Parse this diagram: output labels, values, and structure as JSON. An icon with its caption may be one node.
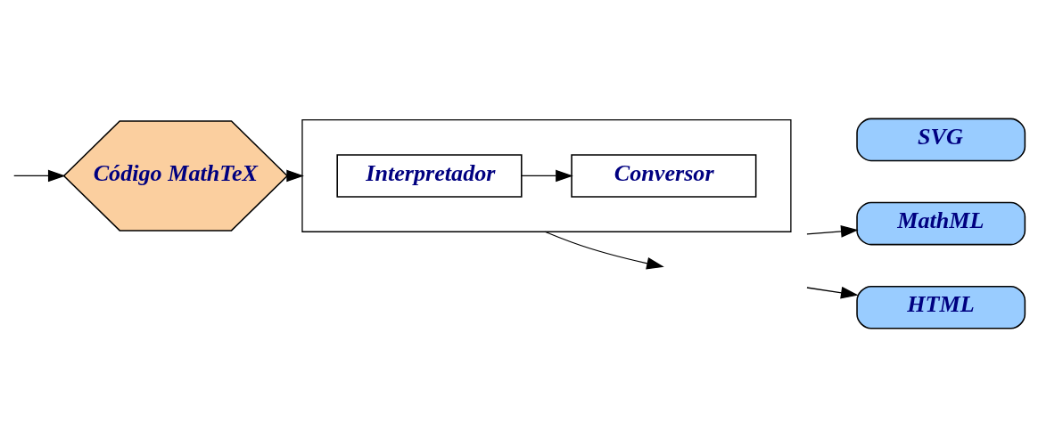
{
  "diagram": {
    "nodes": [
      {
        "text": [
          "Código MathTeX"
        ]
      },
      {
        "text": [],
        "shape": "box"
      },
      {
        "text": [
          "Interpretador"
        ],
        "in": 1
      },
      {
        "text": [
          "Conversor"
        ],
        "in": 1
      },
      {
        "text": [
          "MathML"
        ]
      },
      {
        "text": [
          "SVG"
        ]
      },
      {
        "text": [
          "HTML"
        ]
      }
    ],
    "edges": [
      {
        "from": null,
        "to": 0,
        "arrow": "to"
      },
      {
        "from": 0,
        "to": 1,
        "arrow": "to"
      },
      {
        "from": 2,
        "to": 3,
        "arrow": "to"
      },
      {
        "from": 1,
        "to": null,
        "arrow": "to"
      },
      {
        "from": null,
        "to": 4,
        "arrow": "to"
      },
      {
        "from": null,
        "to": 6,
        "arrow": "to"
      }
    ]
  }
}
